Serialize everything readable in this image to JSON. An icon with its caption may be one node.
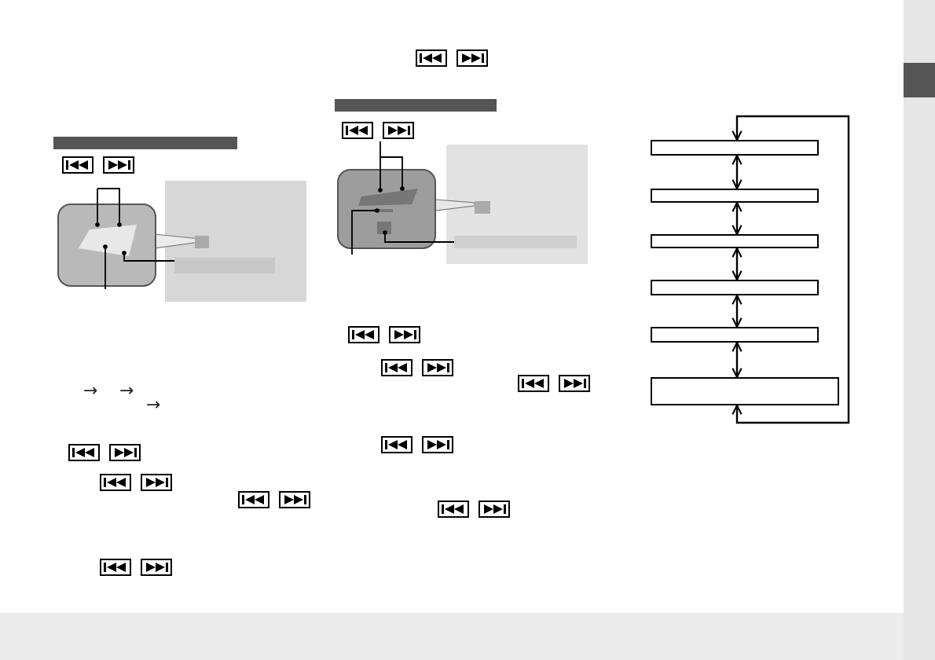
{
  "diagram": {
    "nodes": [
      {
        "text": [],
        "shape": "box"
      },
      {
        "text": [],
        "shape": "box"
      },
      {
        "text": [],
        "shape": "box"
      },
      {
        "text": [],
        "shape": "box"
      },
      {
        "text": [],
        "shape": "box"
      },
      {
        "text": [],
        "shape": "box"
      }
    ],
    "edges": [
      {
        "from": 0,
        "to": 1,
        "arrow": "both"
      },
      {
        "from": 1,
        "to": 2,
        "arrow": "both"
      },
      {
        "from": 2,
        "to": 3,
        "arrow": "both"
      },
      {
        "from": 3,
        "to": 4,
        "arrow": "both"
      },
      {
        "from": 4,
        "to": 5,
        "arrow": "both"
      },
      {
        "from": 5,
        "to": 0,
        "arrow": "both"
      }
    ],
    "labels": [
      "→",
      "→",
      "→"
    ]
  }
}
